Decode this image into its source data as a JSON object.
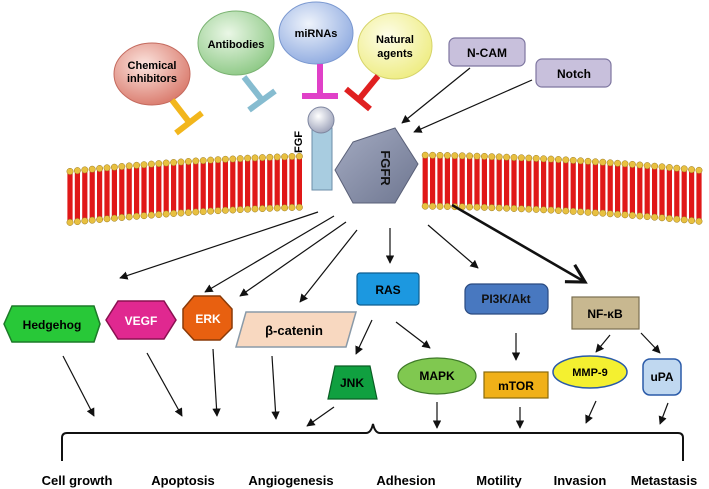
{
  "inhibitors": {
    "chemical_line1": "Chemical",
    "chemical_line2": "inhibitors",
    "antibodies": "Antibodies",
    "mirnas": "miRNAs",
    "natural_line1": "Natural",
    "natural_line2": "agents"
  },
  "receptor": {
    "ligand": "FGF",
    "receptor": "FGFR"
  },
  "upstream": {
    "ncam": "N-CAM",
    "notch": "Notch"
  },
  "pathways": {
    "hedgehog": "Hedgehog",
    "vegf": "VEGF",
    "erk": "ERK",
    "beta_catenin": "β-catenin",
    "ras": "RAS",
    "jnk": "JNK",
    "mapk": "MAPK",
    "pi3k_akt": "PI3K/Akt",
    "mtor": "mTOR",
    "nfkb": "NF-κB",
    "mmp9": "MMP-9",
    "upa": "uPA"
  },
  "outcomes": [
    "Cell growth",
    "Apoptosis",
    "Angiogenesis",
    "Adhesion",
    "Motility",
    "Invasion",
    "Metastasis"
  ],
  "colors": {
    "chemical": "#e89a8c",
    "antibodies": "#a8d8a0",
    "mirnas": "#a8c0e8",
    "natural": "#f4f3a0",
    "chemical_bar": "#f2b61c",
    "antibodies_bar": "#86bcd0",
    "mirnas_bar": "#e040c8",
    "natural_bar": "#e02020",
    "membrane_red": "#e01818",
    "membrane_head": "#e8c040",
    "fgfr": "#8890a8",
    "fgf_stem": "#a8cce0",
    "upstream_box": "#c8c0dc",
    "hedgehog": "#28c838",
    "vegf": "#e02890",
    "erk": "#e86010",
    "beta_catenin": "#f8d8c0",
    "ras": "#1c98e0",
    "jnk": "#10a040",
    "mapk": "#80c850",
    "pi3k_akt": "#4878c0",
    "mtor": "#f0b018",
    "nfkb": "#c8b890",
    "mmp9": "#f4f030",
    "upa": "#c0d8f0"
  }
}
